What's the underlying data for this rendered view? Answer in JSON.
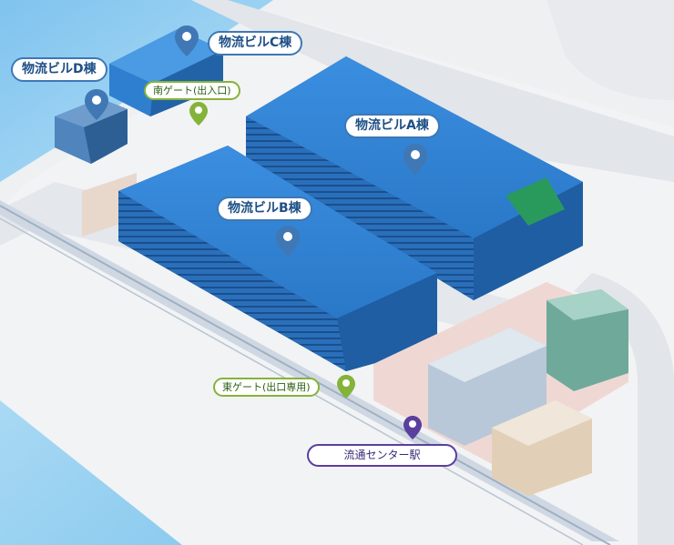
{
  "labels": {
    "building_a": "物流ビルA棟",
    "building_b": "物流ビルB棟",
    "building_c": "物流ビルC棟",
    "building_d": "物流ビルD棟",
    "south_gate": "南ゲート(出入口)",
    "east_gate": "東ゲート(出口専用)",
    "station": "流通センター駅"
  },
  "colors": {
    "water": "#8fcdf0",
    "ground": "#ebedf0",
    "road": "#e3e6ea",
    "building_blue": "#2f7fd0",
    "pin_blue": "#3f78b4",
    "pin_green": "#84b33a",
    "pin_purple": "#5a3f9e"
  },
  "icons": {
    "building_pin": "map-pin-icon",
    "gate_pin": "map-pin-icon",
    "station_pin": "map-pin-icon"
  }
}
